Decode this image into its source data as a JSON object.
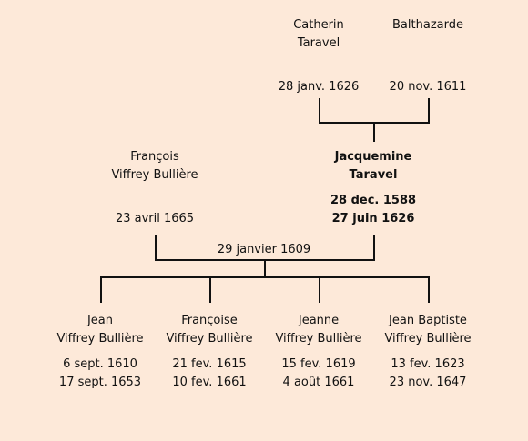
{
  "grandparents": {
    "father": {
      "first": "Catherin",
      "last": "Taravel",
      "date": "28 janv. 1626"
    },
    "mother": {
      "first": "Balthazarde",
      "last": "",
      "date": "20 nov. 1611"
    }
  },
  "parents": {
    "father": {
      "first": "François",
      "last": "Viffrey Bullière",
      "date": "23 avril 1665"
    },
    "mother": {
      "first": "Jacquemine",
      "last": "Taravel",
      "birth": "28 dec. 1588",
      "death": "27 juin 1626"
    },
    "marriage": "29 janvier 1609"
  },
  "children": [
    {
      "first": "Jean",
      "last": "Viffrey Bullière",
      "birth": "6 sept. 1610",
      "death": "17 sept. 1653"
    },
    {
      "first": "Françoise",
      "last": "Viffrey Bullière",
      "birth": "21 fev. 1615",
      "death": "10 fev. 1661"
    },
    {
      "first": "Jeanne",
      "last": "Viffrey Bullière",
      "birth": "15 fev. 1619",
      "death": "4 août 1661"
    },
    {
      "first": "Jean Baptiste",
      "last": "Viffrey Bullière",
      "birth": "13 fev. 1623",
      "death": "23 nov. 1647"
    }
  ],
  "colors": {
    "background": "#fde9d9",
    "line": "#111111"
  }
}
